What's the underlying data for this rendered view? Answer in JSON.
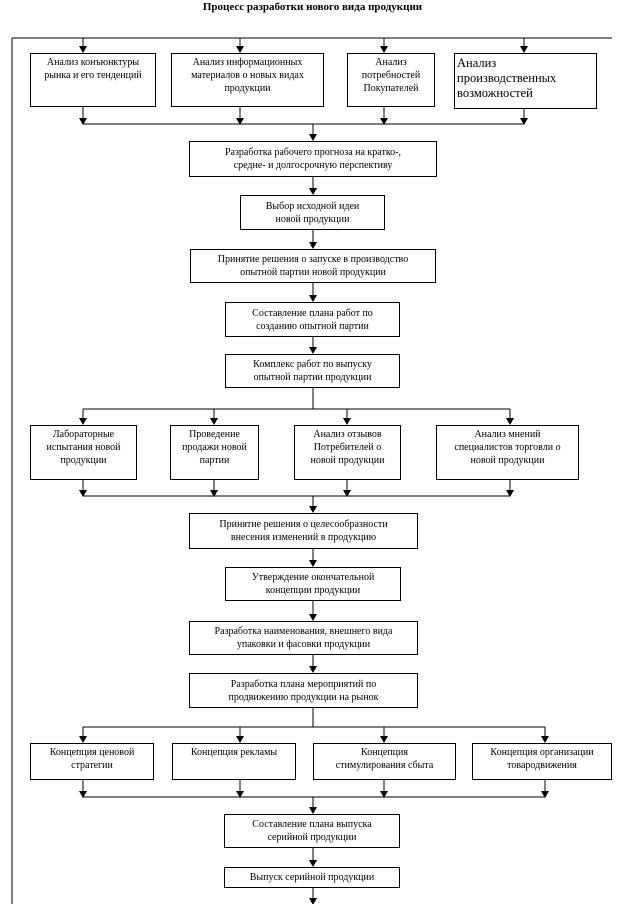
{
  "title": "Процесс разработки нового вида продукции",
  "nodes": {
    "analysis_conjuncture": "Анализ конъюнктуры\nрынка и его тенденций",
    "analysis_info": "Анализ информационных\nматериалов о новых видах\nпродукции",
    "analysis_needs": "Анализ\nпотребностей\nПокупателей",
    "analysis_production": "Анализ\nпроизводственных\nвозможностей",
    "forecast": "Разработка рабочего прогноза на кратко-,\nсредне- и долгосрочную перспективу",
    "idea": "Выбор исходной идеи\nновой продукции",
    "launch_decision": "Принятие решения о запуске в производство\nопытной партии новой продукции",
    "work_plan": "Составление плана работ по\nсозданию опытной партии",
    "complex": "Комплекс работ по выпуску\nопытной партии продукции",
    "lab_tests": "Лабораторные\nиспытания новой\nпродукции",
    "trial_sales": "Проведение\nпродажи новой\nпартии",
    "consumer_feedback": "Анализ отзывов\nПотребителей о\nновой продукции",
    "trade_opinions": "Анализ мнений\nспециалистов торговли о\nновой продукции",
    "change_decision": "Принятие решения о целесообразности\nвнесения изменений в продукцию",
    "final_concept": "Утверждение окончательной\nконцепции продукции",
    "naming_packaging": "Разработка наименования, внешнего вида\nупаковки и фасовки продукции",
    "promotion_plan": "Разработка плана мероприятий по\nпродвижению продукции на рынок",
    "price_concept": "Концепция ценовой\nстратегии",
    "ad_concept": "Концепция рекламы",
    "sales_promo_concept": "Концепция\nстимулирования сбыта",
    "distribution_concept": "Концепция организации\nтоварodвижения",
    "serial_plan": "Составление плана выпуска\nсерийной продукции",
    "serial_output": "Выпуск серийной продукции"
  }
}
